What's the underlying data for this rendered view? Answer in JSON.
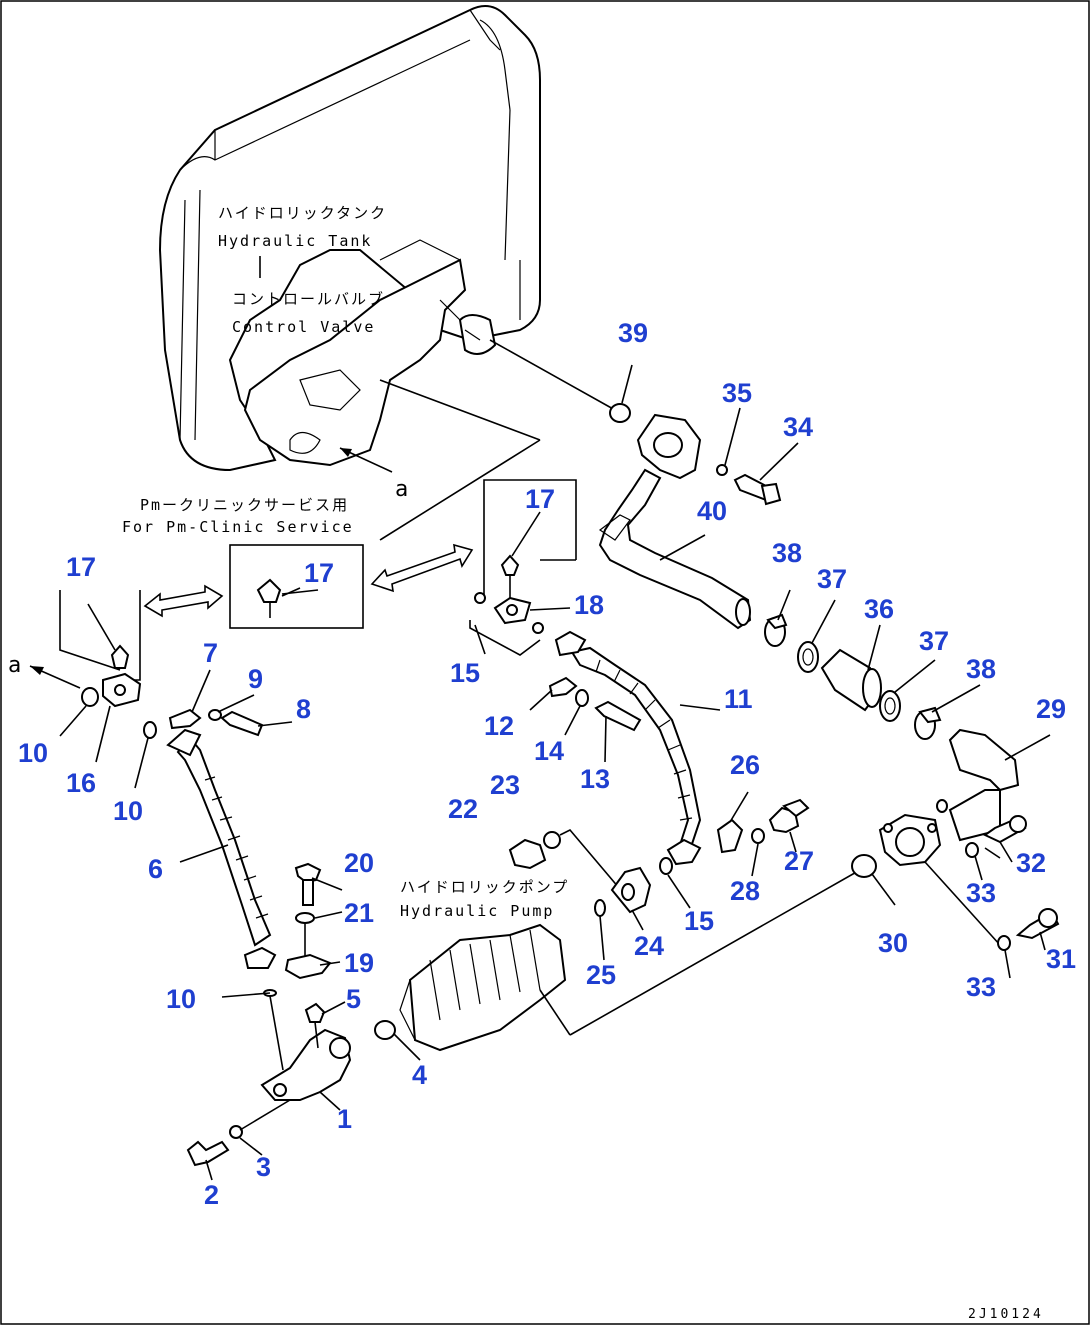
{
  "tank": {
    "name_jp": "ハイドロリックタンク",
    "name_en": "Hydraulic Tank"
  },
  "valve": {
    "name_jp": "コントロールバルブ",
    "name_en": "Control Valve"
  },
  "pump": {
    "name_jp": "ハイドロリックポンプ",
    "name_en": "Hydraulic Pump"
  },
  "service": {
    "note_jp": "Pmークリニックサービス用",
    "note_en": "For Pm-Clinic Service"
  },
  "refs": {
    "a1": "a",
    "a2": "a"
  },
  "drawing_code": "2J10124",
  "callouts": [
    "39",
    "35",
    "34",
    "40",
    "17",
    "17",
    "17",
    "18",
    "38",
    "37",
    "36",
    "37",
    "38",
    "29",
    "7",
    "9",
    "8",
    "15",
    "11",
    "10",
    "16",
    "10",
    "12",
    "14",
    "13",
    "26",
    "23",
    "22",
    "6",
    "20",
    "21",
    "19",
    "27",
    "28",
    "15",
    "24",
    "32",
    "33",
    "30",
    "25",
    "33",
    "31",
    "10",
    "5",
    "4",
    "1",
    "3",
    "2"
  ]
}
